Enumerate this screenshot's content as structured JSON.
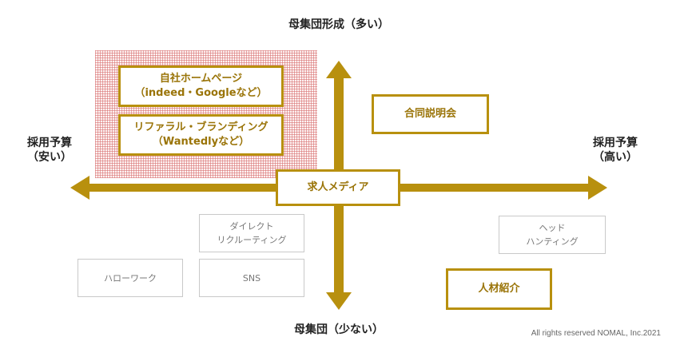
{
  "axes": {
    "top": "母集団形成（多い）",
    "bottom": "母集団（少ない）",
    "left": [
      "採用予算",
      "（安い）"
    ],
    "right": [
      "採用予算",
      "（高い）"
    ]
  },
  "center": "求人メディア",
  "highlighted": [
    {
      "line1": "自社ホームページ",
      "line2": "（indeed・Googleなど）"
    },
    {
      "line1": "リファラル・ブランディング",
      "line2": "（Wantedlyなど）"
    }
  ],
  "gold_boxes": {
    "joint_briefing": "合同説明会",
    "staffing_intro": "人材紹介"
  },
  "gray_boxes": {
    "direct": [
      "ダイレクト",
      "リクルーティング"
    ],
    "hellowork": "ハローワーク",
    "sns": "SNS",
    "headhunting": [
      "ヘッド",
      "ハンティング"
    ]
  },
  "copyright": "All rights reserved NOMAL, Inc.2021",
  "colors": {
    "gold": "#b8900e",
    "hatch": "#d66a6a",
    "gray_border": "#c9c9c9"
  }
}
